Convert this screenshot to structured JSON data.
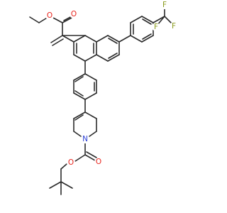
{
  "colors": {
    "bond": "#2b2b2b",
    "oxygen": "#e8231c",
    "nitrogen": "#2b3fd6",
    "fluorine": "#8a9b1d"
  },
  "atoms": [
    {
      "id": "o_ester_sp3",
      "label": "O",
      "color": "oxygen"
    },
    {
      "id": "o_ester_carbonyl",
      "label": "O",
      "color": "oxygen"
    },
    {
      "id": "f_top",
      "label": "F",
      "color": "fluorine"
    },
    {
      "id": "f_left",
      "label": "F",
      "color": "fluorine"
    },
    {
      "id": "f_right",
      "label": "F",
      "color": "fluorine"
    },
    {
      "id": "n_ring",
      "label": "N",
      "color": "nitrogen"
    },
    {
      "id": "o_boc_carbonyl",
      "label": "O",
      "color": "oxygen"
    },
    {
      "id": "o_boc_sp3",
      "label": "O",
      "color": "oxygen"
    }
  ]
}
